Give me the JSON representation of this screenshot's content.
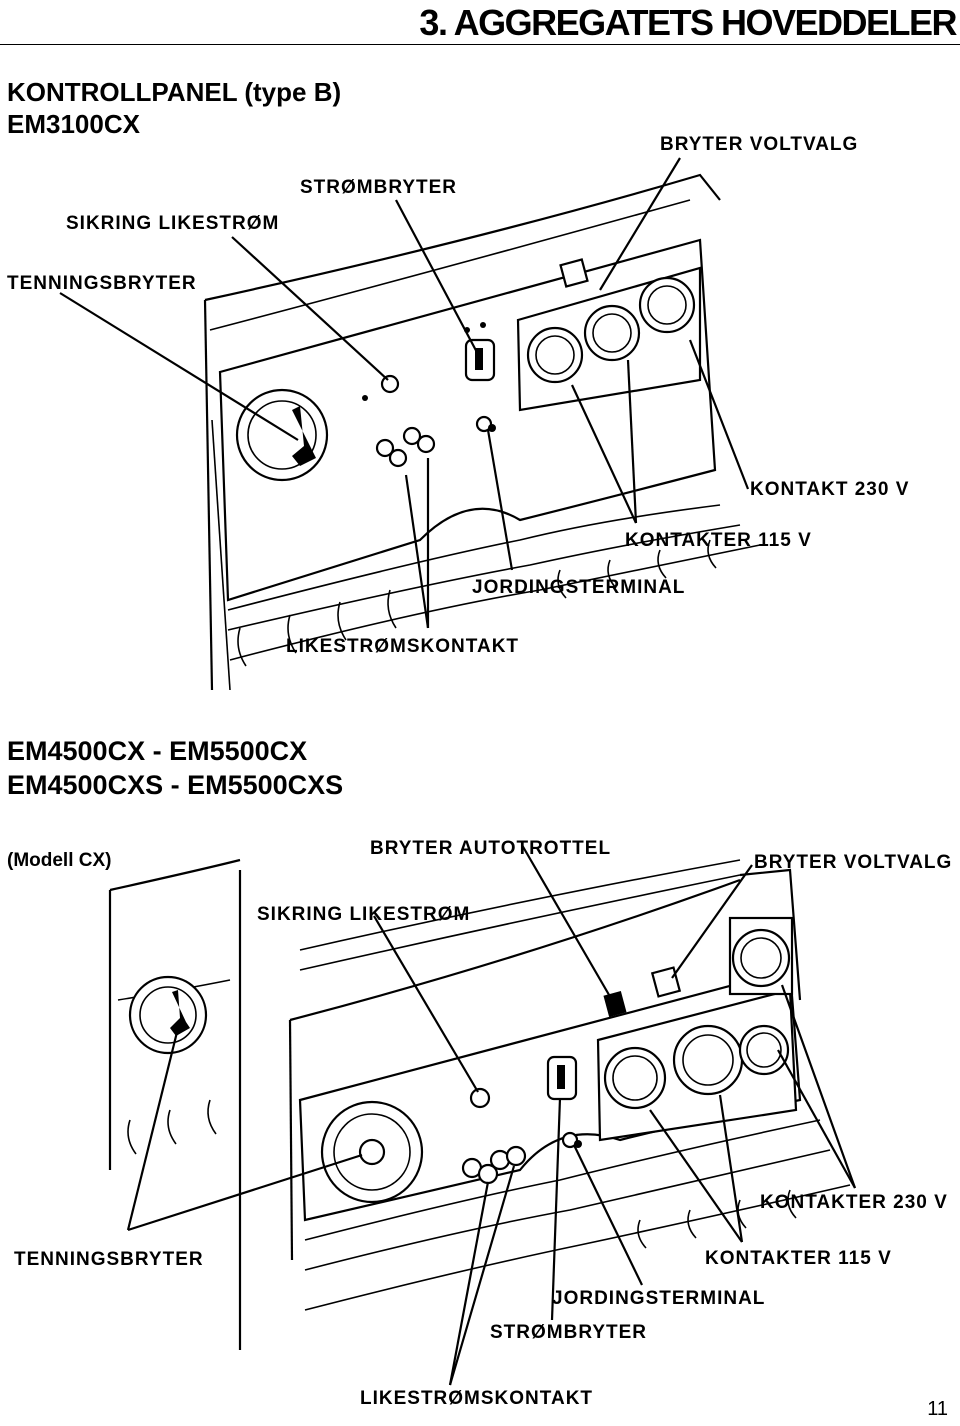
{
  "header": {
    "section_title": "3. AGGREGATETS HOVEDDELER"
  },
  "panel_b": {
    "title_line1": "KONTROLLPANEL (type B)",
    "title_line2": "EM3100CX",
    "labels": {
      "bryter_voltvalg": "BRYTER VOLTVALG",
      "strombryter": "STRØMBRYTER",
      "sikring_likestrom": "SIKRING LIKESTRØM",
      "tenningsbryter": "TENNINGSBRYTER",
      "kontakt_230": "KONTAKT 230 V",
      "kontakter_115": "KONTAKTER 115 V",
      "jordingsterminal": "JORDINGSTERMINAL",
      "likestromskontakt": "LIKESTRØMSKONTAKT"
    }
  },
  "panel_cx": {
    "title_line1": "EM4500CX  - EM5500CX",
    "title_line2": "EM4500CXS  - EM5500CXS",
    "model_label": "(Modell CX)",
    "labels": {
      "bryter_autotrottel": "BRYTER AUTOTROTTEL",
      "bryter_voltvalg": "BRYTER VOLTVALG",
      "sikring_likestrom": "SIKRING LIKESTRØM",
      "kontakter_230": "KONTAKTER 230 V",
      "tenningsbryter": "TENNINGSBRYTER",
      "kontakter_115": "KONTAKTER 115 V",
      "jordingsterminal": "JORDINGSTERMINAL",
      "strombryter": "STRØMBRYTER",
      "likestromskontakt": "LIKESTRØMSKONTAKT"
    }
  },
  "footer": {
    "page_number": "11"
  }
}
